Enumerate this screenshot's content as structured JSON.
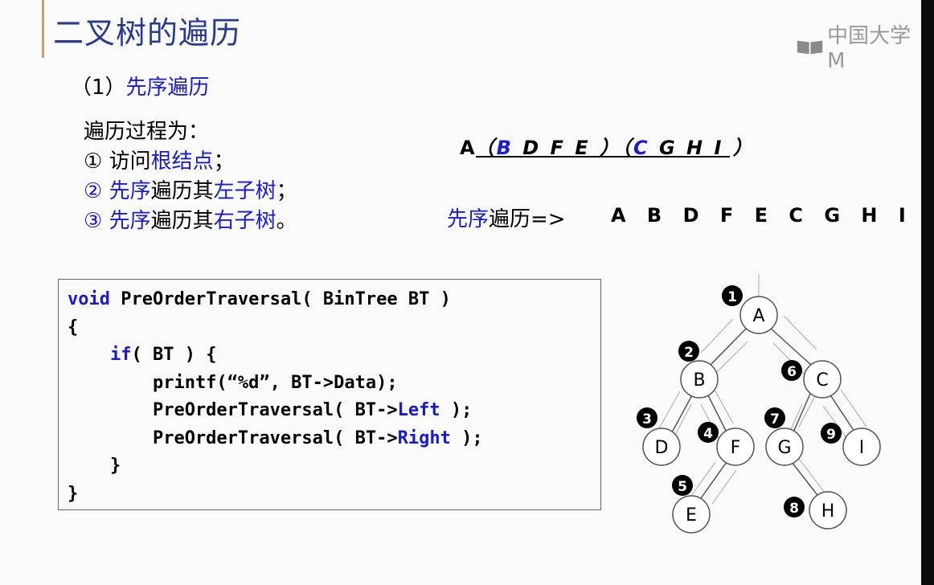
{
  "slide": {
    "title": "二叉树的遍历",
    "logo_text": "中国大学M",
    "section": {
      "number": "（1）",
      "name": "先序遍历"
    },
    "steps": {
      "intro": "遍历过程为：",
      "s1_num": "①",
      "s1_pre": " 访问",
      "s1_hl": "根结点",
      "s1_post": "；",
      "s2_hl": "② 先序",
      "s2_post": "遍历其",
      "s2_hl2": "左子树",
      "s2_end": "；",
      "s3_hl": "③ 先序",
      "s3_post": "遍历其",
      "s3_hl2": "右子树",
      "s3_end": "。"
    },
    "sequence": {
      "a": "A",
      "lp1": "（",
      "b": "B",
      "rest1": " D F E ）",
      "lp2": "（",
      "c": "C",
      "rest2": " G H I ）"
    },
    "result": {
      "label_hl": "先序",
      "label_rest": "遍历=>",
      "order": "A B D F E C G H I"
    },
    "code": {
      "l1_kw": "void",
      "l1_rest": " PreOrderTraversal( BinTree BT )",
      "l2": "{",
      "l3_indent": "    ",
      "l3_kw": "if",
      "l3_rest": "( BT ) {",
      "l4": "        printf(“%d”, BT->Data);",
      "l5_pre": "        PreOrderTraversal( BT->",
      "l5_kw": "Left",
      "l5_post": " );",
      "l6_pre": "        PreOrderTraversal( BT->",
      "l6_kw": "Right",
      "l6_post": " );",
      "l7": "    }",
      "l8": "}"
    },
    "tree": {
      "nodes": [
        "A",
        "B",
        "C",
        "D",
        "F",
        "E",
        "G",
        "I",
        "H"
      ],
      "badges": [
        "1",
        "2",
        "3",
        "4",
        "5",
        "6",
        "7",
        "8",
        "9"
      ]
    }
  }
}
